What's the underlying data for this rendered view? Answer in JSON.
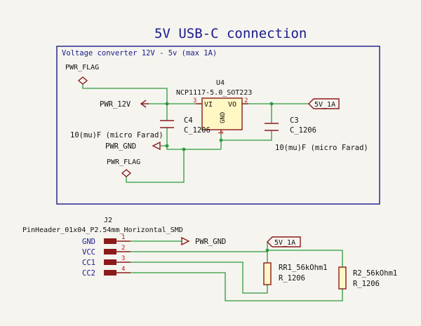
{
  "sheet": {
    "title": "5V USB-C connection",
    "frame_label": "Voltage converter 12V - 5v (max 1A)"
  },
  "regulator": {
    "ref": "U4",
    "value": "NCP1117-5.0_SOT223",
    "pin_vi": "VI",
    "pin_vo": "VO",
    "pin_gnd": "GND",
    "pin_num_vi": "3",
    "pin_num_vo": "2",
    "pin_num_gnd": "1"
  },
  "capacitors": {
    "c4_ref": "C4",
    "c4_fp": "C_1206",
    "c4_desc": "10(mu)F (micro Farad)",
    "c3_ref": "C3",
    "c3_fp": "C_1206",
    "c3_desc": "10(mu)F (micro Farad)"
  },
  "power": {
    "pwr_flag": "PWR_FLAG",
    "pwr_12v": "PWR_12V",
    "pwr_gnd": "PWR_GND",
    "net_5v": "5V_1A"
  },
  "connector": {
    "ref": "J2",
    "value": "PinHeader_01x04_P2.54mm_Horizontal_SMD",
    "pins": [
      {
        "num": "1",
        "name": "GND"
      },
      {
        "num": "2",
        "name": "VCC"
      },
      {
        "num": "3",
        "name": "CC1"
      },
      {
        "num": "4",
        "name": "CC2"
      }
    ]
  },
  "resistors": {
    "r1_ref": "RR1_56kOhm1",
    "r1_fp": "R_1206",
    "r2_ref": "R2_56kOhm1",
    "r2_fp": "R_1206"
  }
}
